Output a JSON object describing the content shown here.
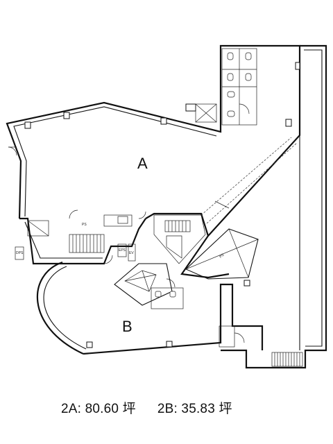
{
  "zones": [
    {
      "id": "A",
      "label": "A"
    },
    {
      "id": "B",
      "label": "B"
    }
  ],
  "caption": {
    "zone_a": {
      "name": "2A",
      "separator": ":",
      "value": "80.60",
      "unit": "坪"
    },
    "zone_b": {
      "name": "2B",
      "separator": ":",
      "value": "35.83",
      "unit": "坪"
    }
  },
  "small_labels": {
    "ps1": "PS",
    "ps2": "PS",
    "ev": "EV",
    "eps": "EPS",
    "dps": "DPS"
  }
}
